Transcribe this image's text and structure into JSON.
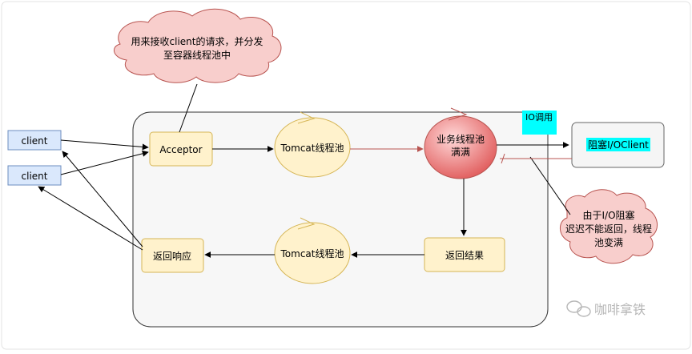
{
  "diagram": {
    "clients": [
      "client",
      "client"
    ],
    "acceptor_label": "Acceptor",
    "thread_pool_top_label": "Tomcat线程池",
    "thread_pool_bottom_label": "Tomcat线程池",
    "business_pool_label_line1": "业务线程池",
    "business_pool_label_line2": "满满",
    "io_call_label": "IO调用",
    "blocking_client_label": "阻塞I/OClient",
    "return_result_label": "返回结果",
    "return_response_label": "返回响应",
    "cloud_top_line1": "用来接收client的请求，并分发",
    "cloud_top_line2": "至容器线程池中",
    "cloud_right_line1": "由于I/O阻塞",
    "cloud_right_line2": "迟迟不能返回，线程",
    "cloud_right_line3": "池变满",
    "watermark": "咖啡拿铁"
  },
  "colors": {
    "client_fill": "#dae8fc",
    "client_stroke": "#6c8ebf",
    "box_fill": "#fff2cc",
    "box_stroke": "#d6b656",
    "ellipse_fill": "#fff2cc",
    "red_fill": "#e05a5a",
    "cloud_fill": "#f8cecc",
    "cloud_stroke": "#b85450",
    "highlight": "#00ffff",
    "red_arrow": "#b85450",
    "container_fill": "#f7f7f7"
  }
}
